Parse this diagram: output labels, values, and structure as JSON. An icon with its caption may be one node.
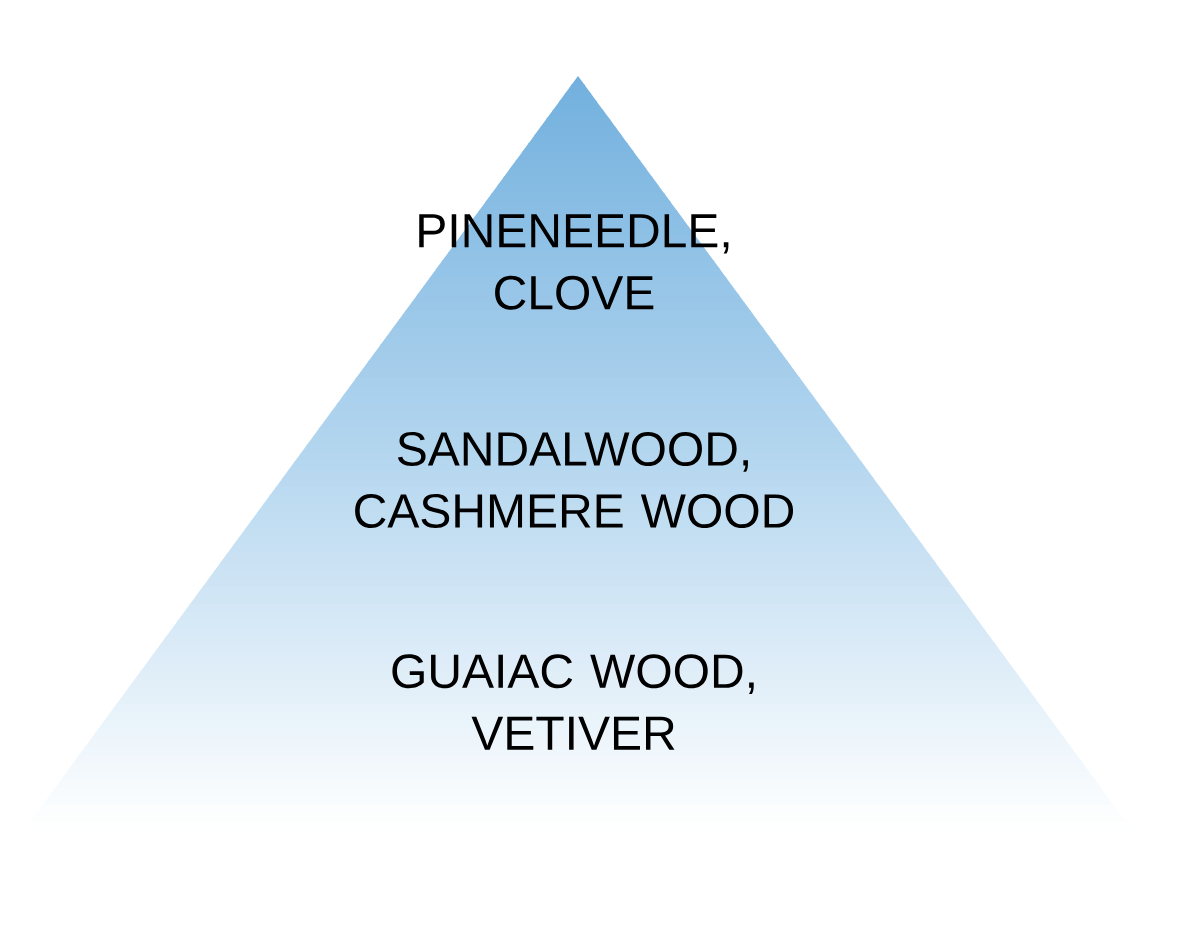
{
  "diagram": {
    "nodes": [
      {
        "text": [
          "PINENEEDLE, CLOVE",
          "SANDALWOOD, CASHMERE WOOD",
          "GUAIAC WOOD, VETIVER"
        ]
      }
    ]
  }
}
